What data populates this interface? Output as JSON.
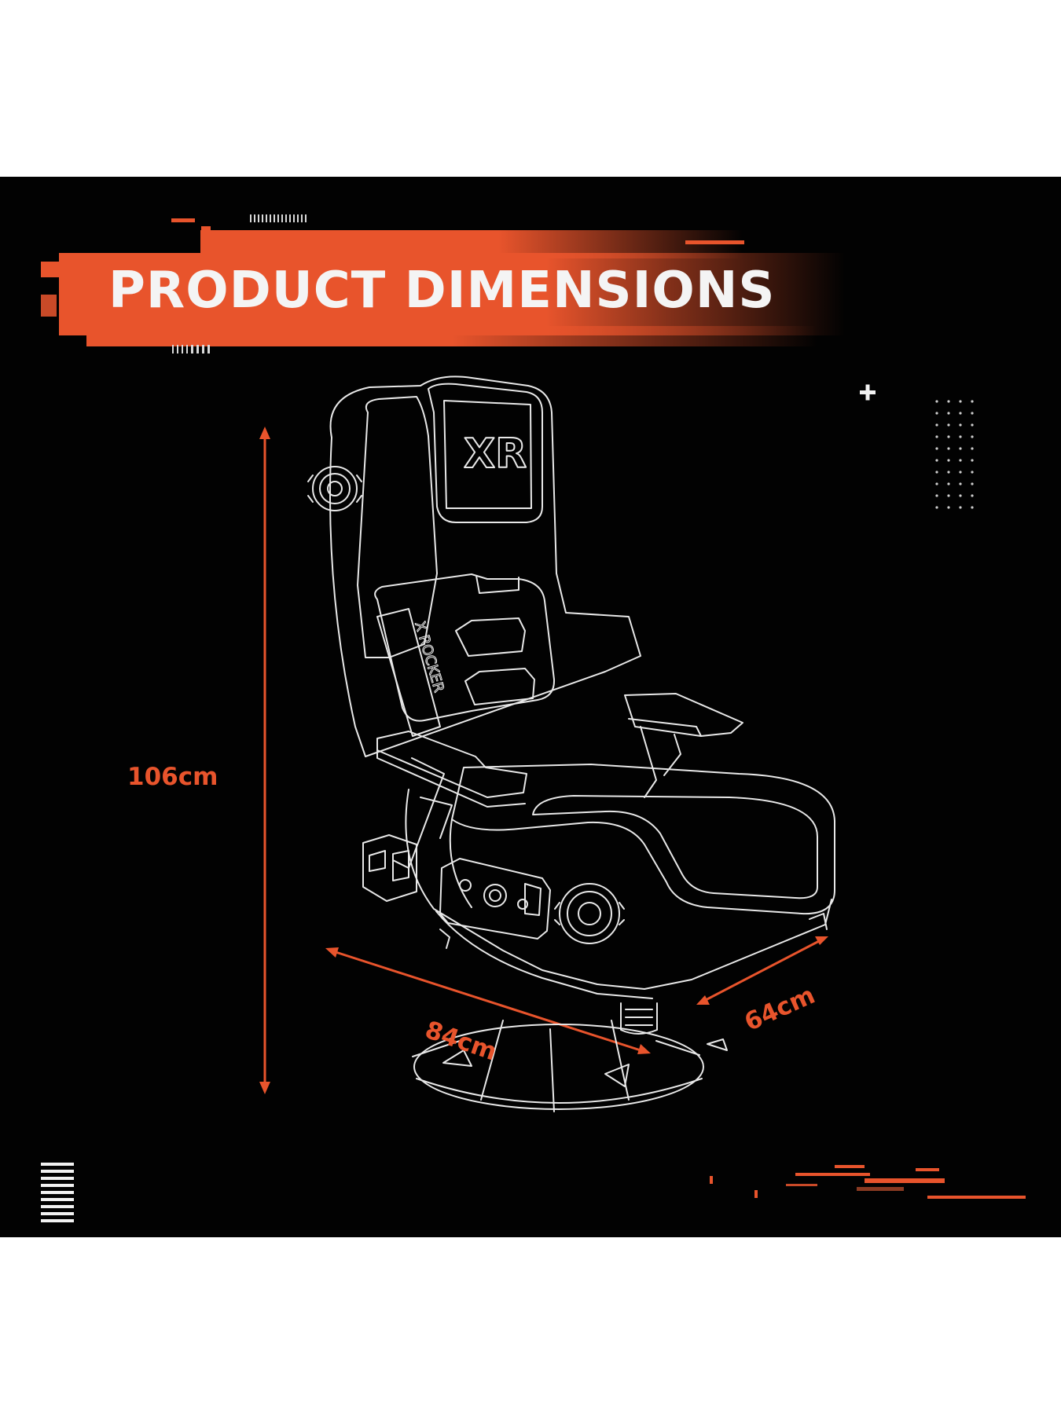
{
  "title": "PRODUCT DIMENSIONS",
  "brand_logo_text": "XR",
  "brand_side_text": "X ROCKER",
  "dimensions": {
    "height": "106cm",
    "width": "84cm",
    "depth": "64cm"
  },
  "colors": {
    "background": "#020202",
    "accent": "#e8542c",
    "line_art": "#e8e8e8",
    "outer": "#ffffff"
  }
}
